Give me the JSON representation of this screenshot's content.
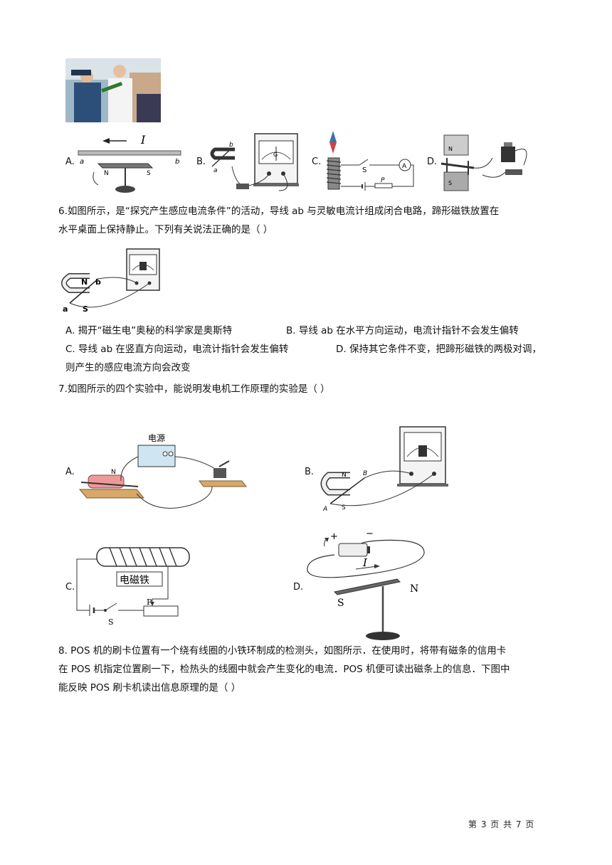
{
  "q5_options": {
    "a": "A.",
    "b": "B.",
    "c": "C.",
    "d": "D."
  },
  "q5_labels": {
    "a_current": "I",
    "a_end_a": "a",
    "a_end_b": "b",
    "a_n": "N",
    "a_s": "S",
    "b_a": "a",
    "b_b": "b",
    "b_g": "G",
    "c_switch": "S",
    "c_p": "P",
    "d_n": "N",
    "d_s": "S"
  },
  "q6": {
    "stem_line1": "6.如图所示，是“探究产生感应电流条件”的活动，导线  ab 与灵敏电流计组成闭合电路，蹄形磁铁放置在",
    "stem_line2": "水平桌面上保持静止。下列有关说法正确的是（     ）",
    "labels": {
      "n": "N",
      "b": "b",
      "a": "a",
      "s": "S"
    },
    "option_a": "A. 揭开“磁生电”奥秘的科学家是奥斯特",
    "option_b": "B. 导线  ab  在水平方向运动，电流计指针不会发生偏转",
    "option_c": "C. 导线  ab  在竖直方向运动，电流计指针会发生偏转",
    "option_d_line1": "D. 保持其它条件不变，把蹄形磁铁的两极对调，",
    "option_d_line2": "则产生的感应电流方向会改变"
  },
  "q7": {
    "stem": "7.如图所示的四个实验中，能说明发电机工作原理的实验是（        ）",
    "option_a": "A.",
    "option_b": "B.",
    "option_c": "C.",
    "option_d": "D.",
    "power_label": "电源",
    "magnet_n": "N",
    "b_n": "N",
    "b_s": "S",
    "b_A": "A",
    "b_B": "B",
    "electromagnet_label": "电磁铁",
    "c_p": "P",
    "c_s": "S",
    "d_plus": "+",
    "d_minus": "−",
    "d_current": "I",
    "d_n": "N",
    "d_s": "S"
  },
  "q8": {
    "line1": "8. POS 机的刷卡位置有一个绕有线圈的小铁环制成的检测头，如图所示．在使用时，将带有磁条的信用卡",
    "line2": "在 POS 机指定位置刷一下，检热头的线圈中就会产生变化的电流．POS 机便可读出磁条上的信息．下图中",
    "line3": "能反映 POS 刷卡机读出信息原理的是（        ）"
  },
  "footer": "第 3 页 共 7 页"
}
